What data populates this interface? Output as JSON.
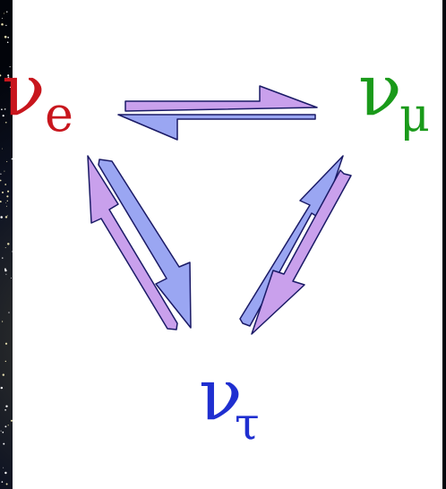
{
  "nodes": {
    "electron": {
      "symbol": "ν",
      "subscript": "e"
    },
    "muon": {
      "symbol": "ν",
      "subscript": "μ"
    },
    "tau": {
      "symbol": "ν",
      "subscript": "τ"
    }
  },
  "colors": {
    "electron": "#c8161d",
    "muon": "#1a9a1a",
    "tau": "#1f2fd0",
    "arrow_lilac": "#c9a0ec",
    "arrow_blue": "#9aa6f2",
    "arrow_outline": "#1a1a66",
    "panel": "#ffffff",
    "background": "#050a1a"
  }
}
